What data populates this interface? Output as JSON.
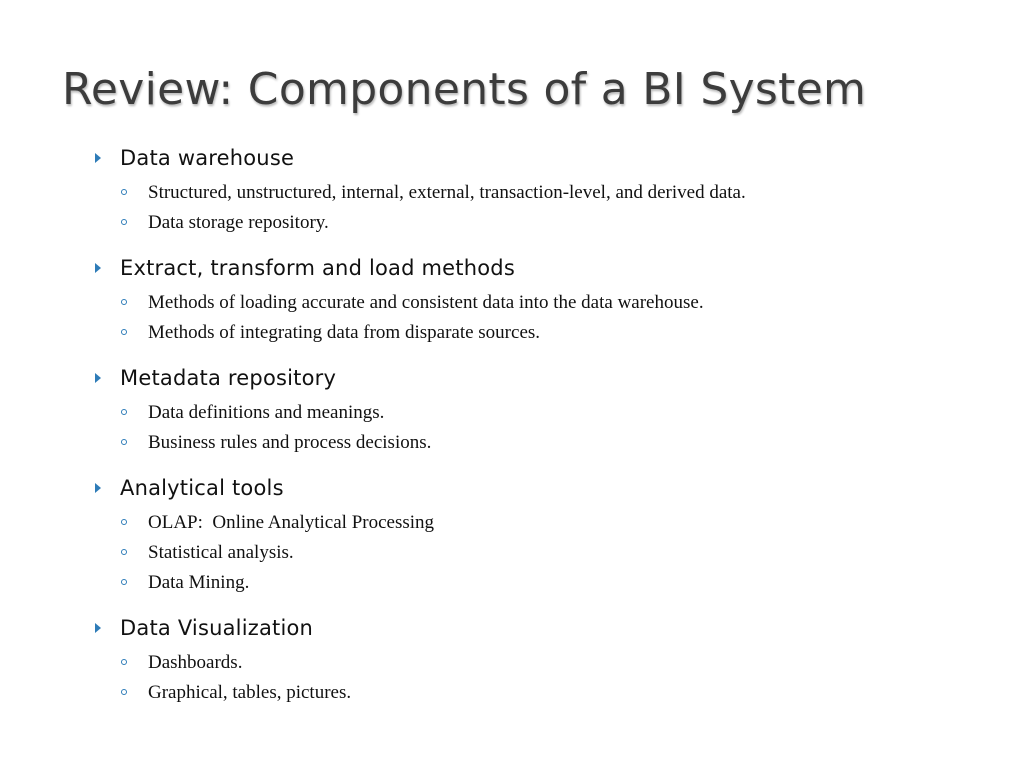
{
  "slide": {
    "title": "Review: Components of a BI System",
    "accent_color": "#2e7cb8",
    "sections": [
      {
        "heading": "Data warehouse",
        "items": [
          "Structured, unstructured, internal, external, transaction-level, and derived data.",
          "Data storage repository."
        ]
      },
      {
        "heading": "Extract, transform and load methods",
        "items": [
          "Methods of loading accurate and consistent data into the data warehouse.",
          "Methods of integrating data from disparate sources."
        ]
      },
      {
        "heading": "Metadata repository",
        "items": [
          "Data definitions and meanings.",
          "Business rules and process decisions."
        ]
      },
      {
        "heading": "Analytical tools",
        "items": [
          "OLAP:  Online Analytical Processing",
          "Statistical analysis.",
          "Data Mining."
        ]
      },
      {
        "heading": "Data Visualization",
        "items": [
          "Dashboards.",
          "Graphical, tables, pictures."
        ]
      }
    ]
  }
}
